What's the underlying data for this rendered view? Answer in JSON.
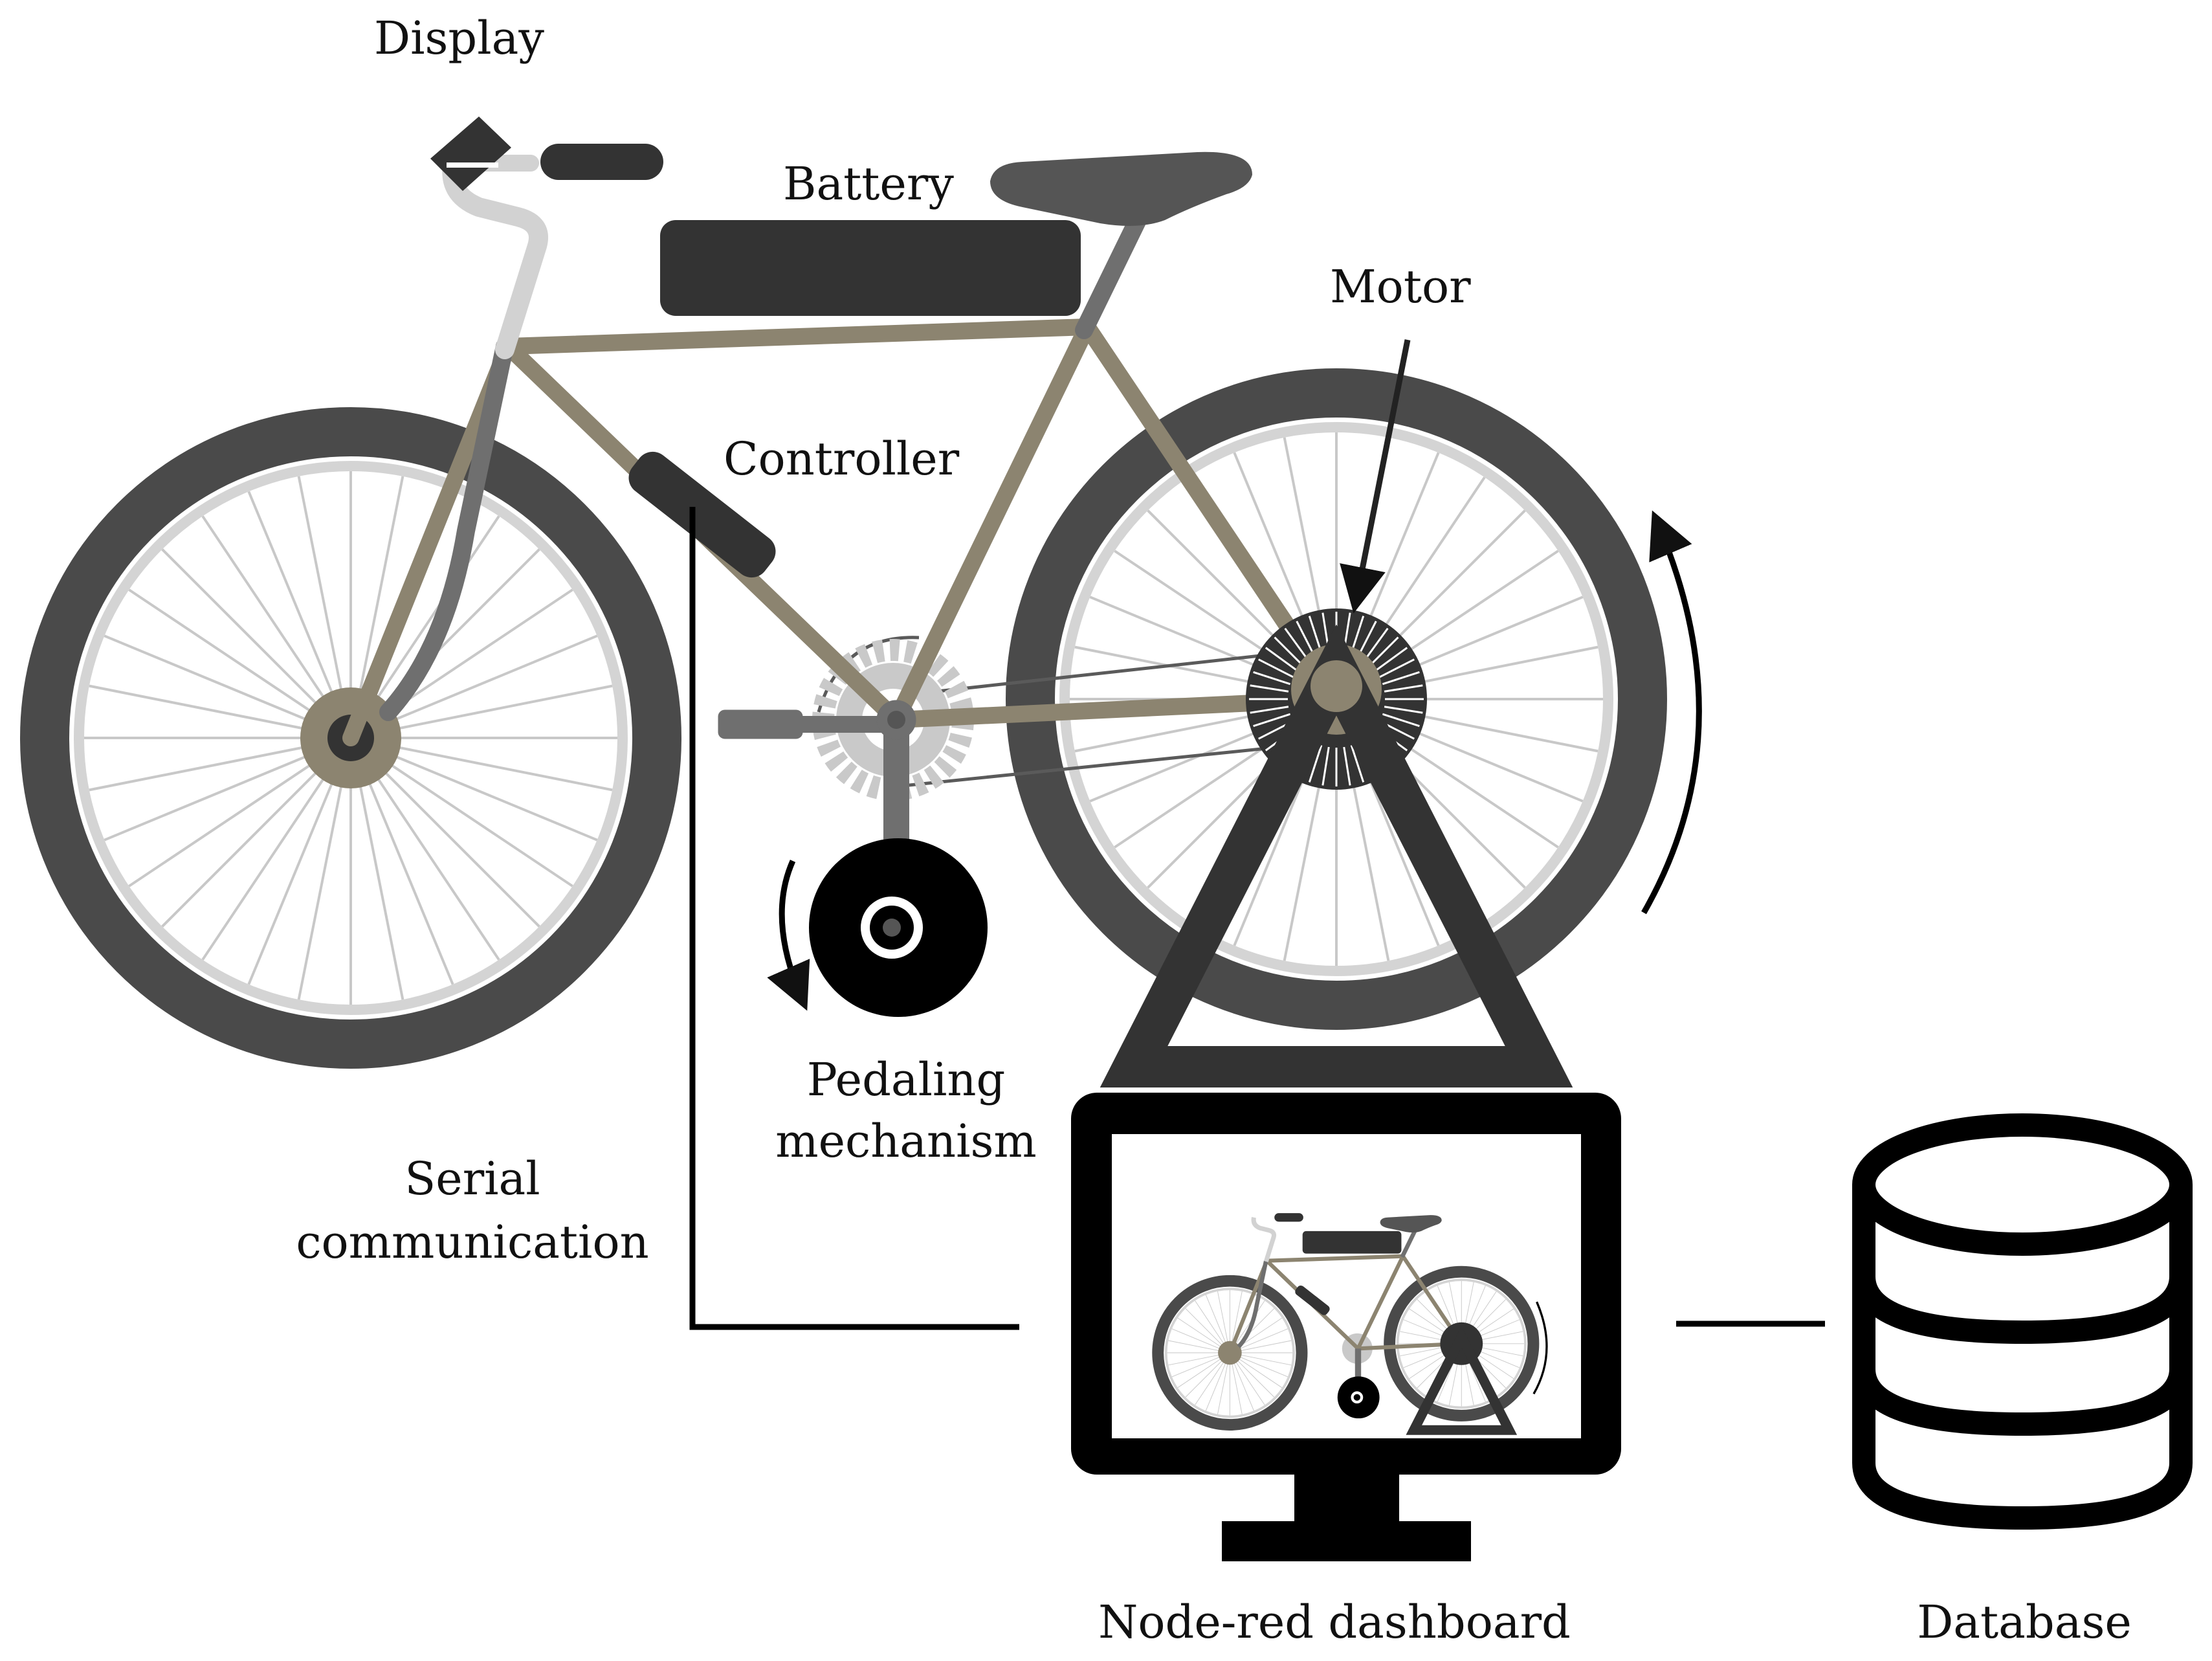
{
  "labels": {
    "display": "Display",
    "battery": "Battery",
    "motor": "Motor",
    "controller": "Controller",
    "pedaling_line1": "Pedaling",
    "pedaling_line2": "mechanism",
    "serial_line1": "Serial",
    "serial_line2": "communication",
    "dashboard": "Node-red dashboard",
    "database": "Database"
  },
  "colors": {
    "frame": "#8c8470",
    "tire": "#4a4a4a",
    "rim": "#d4d4d4",
    "spoke": "#c8c8c8",
    "dark": "#333333",
    "black": "#000000",
    "seatpost": "#6f6f6f",
    "handlebar": "#d2d2d2",
    "chainring": "#c9c9c9"
  },
  "icons": [
    "bicycle",
    "monitor-icon",
    "database-icon",
    "rotation-arrow-icon",
    "pointer-arrow-icon"
  ]
}
